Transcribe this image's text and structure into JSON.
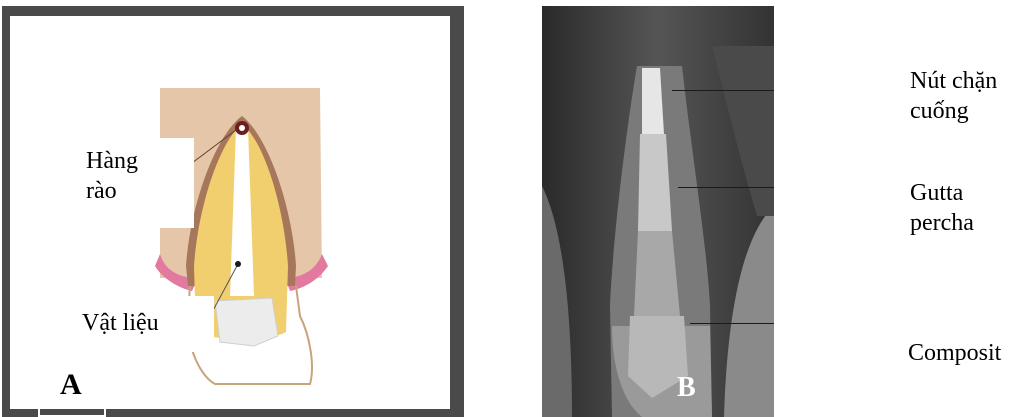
{
  "panel_a": {
    "label": "A",
    "barrier_label_line1": "Hàng",
    "barrier_label_line2": "rào",
    "material_label": "Vật liệu"
  },
  "panel_b": {
    "label": "B",
    "labels": {
      "plug_line1": "Nút chặn",
      "plug_line2": "cuống",
      "gutta_line1": "Gutta",
      "gutta_line2": "percha",
      "composite": "Composit"
    }
  },
  "colors": {
    "frame": "#4a4a4a",
    "gum": "#e8c8ac",
    "dentin": "#f2cf6e",
    "enamel": "#ffffff",
    "gingiva_pink": "#e27aa0"
  }
}
